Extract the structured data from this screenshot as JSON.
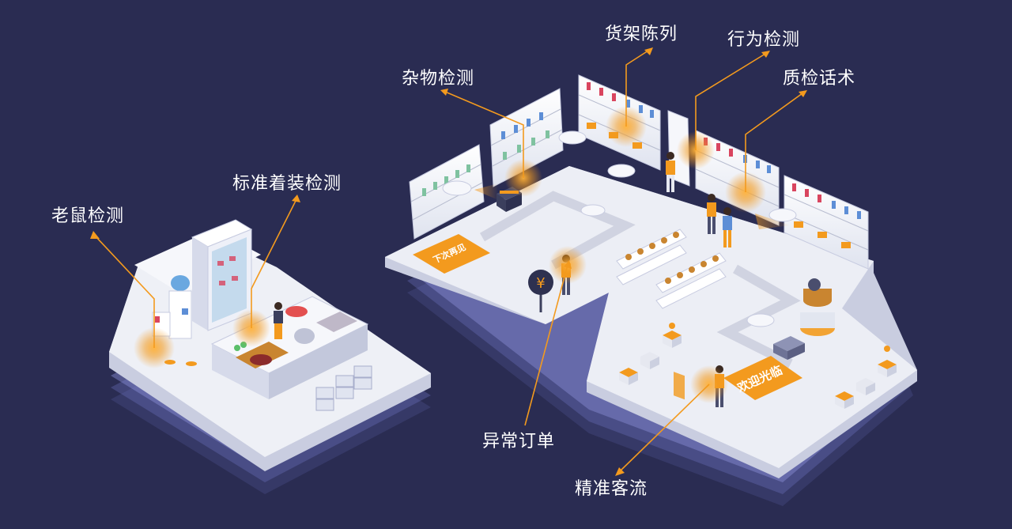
{
  "callouts": {
    "rat": "老鼠检测",
    "attire": "标准着装检测",
    "debris": "杂物检测",
    "shelf": "货架陈列",
    "behavior": "行为检测",
    "qa_speech": "质检话术",
    "order": "异常订单",
    "traffic": "精准客流"
  },
  "floor_signs": {
    "exit": "下次再见",
    "welcome": "欢迎光临"
  },
  "icons": {
    "currency": "¥"
  },
  "colors": {
    "background": "#2a2c52",
    "accent": "#f39a1e",
    "floor": "#e9ebf2",
    "floor_side": "#c9cde0"
  }
}
